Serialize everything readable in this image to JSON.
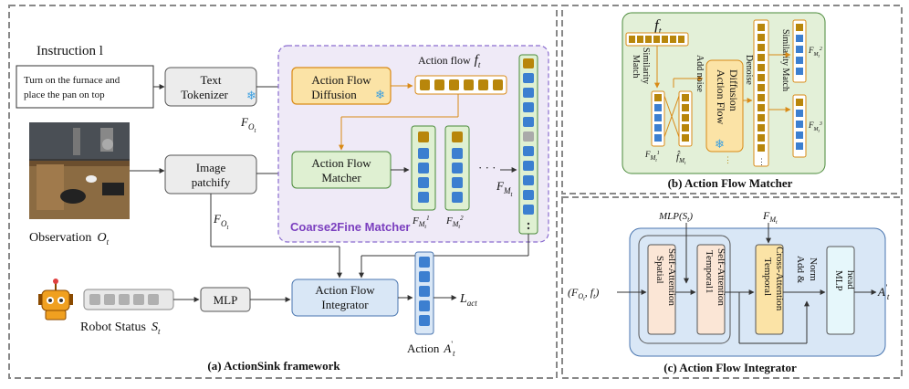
{
  "panels": {
    "a_caption": "(a) ActionSink framework",
    "b_caption": "(b) Action Flow Matcher",
    "c_caption": "(c) Action Flow Integrator"
  },
  "framework": {
    "instruction_label": "Instruction l",
    "instruction_text_1": "Turn on the furnace and",
    "instruction_text_2": "place the pan on top",
    "text_tokenizer_1": "Text",
    "text_tokenizer_2": "Tokenizer",
    "f_o_label_1": "F",
    "f_o_sub_1": "O",
    "f_o_subsub_1": "t",
    "image_patchify_1": "Image",
    "image_patchify_2": "patchify",
    "f_o_label_2": "F",
    "f_o_sub_2": "O",
    "f_o_subsub_2": "t",
    "observation_label": "Observation",
    "observation_symbol": "O",
    "observation_sub": "t",
    "afd_1": "Action Flow",
    "afd_2": "Diffusion",
    "action_flow_label": "Action flow",
    "action_flow_symbol": "f",
    "action_flow_sub": "t",
    "afm_1": "Action Flow",
    "afm_2": "Matcher",
    "coarse2fine": "Coarse2Fine Matcher",
    "f_m_label": "F",
    "f_m_sub": "M",
    "f_m_subsub": "t",
    "fm1_label": "F",
    "fm1_sub": "M",
    "fm1_subsub": "t",
    "fm1_sup": "1",
    "fm2_label": "F",
    "fm2_sub": "M",
    "fm2_subsub": "t",
    "fm2_sup": "2",
    "robot_status_label": "Robot Status",
    "robot_status_symbol": "S",
    "robot_status_sub": "t",
    "mlp": "MLP",
    "afi_1": "Action Flow",
    "afi_2": "Integrator",
    "l_act": "L",
    "l_act_sub": "act",
    "action_label": "Action",
    "action_symbol": "A",
    "action_sup": "'",
    "action_sub": "t",
    "ellipsis": "· · ·"
  },
  "matcher": {
    "f_t": "f",
    "f_t_sub": "t",
    "similarity_match_1": "Similarity",
    "similarity_match_2": "Match",
    "add_noise": "Add noise",
    "denoise": "Denoise",
    "afd_1": "Action Flow",
    "afd_2": "Diffusion",
    "similarity_match_right": "Similarity Match",
    "fm1": "F",
    "fm1_sub": "M",
    "fm1_subsub": "t",
    "fm1_sup": "1",
    "fhat": "f̂",
    "fhat_sub": "M",
    "fhat_subsub": "t",
    "fm2": "F",
    "fm2_sub": "M",
    "fm2_subsub": "t",
    "fm2_sup": "2",
    "fm3": "F",
    "fm3_sub": "M",
    "fm3_subsub": "t",
    "fm3_sup": "3"
  },
  "integrator": {
    "mlp_st": "MLP(S",
    "mlp_st_sub": "t",
    "mlp_st_close": ")",
    "f_mt": "F",
    "f_mt_sub": "M",
    "f_mt_subsub": "t",
    "input": "(F",
    "input_sub": "O",
    "input_subsub": "t",
    "input_mid": ", f",
    "input_sub2": "t",
    "input_close": ")",
    "spatial_1": "Spatial",
    "spatial_2": "Self-Attention",
    "temporal_1": "Temporal1",
    "temporal_2": "Self-Attention",
    "temporal_cross_1": "Temporal",
    "temporal_cross_2": "Cross-Attention",
    "add_norm_1": "Add &",
    "add_norm_2": "Norm",
    "mlp_head_1": "MLP",
    "mlp_head_2": "head",
    "output": "A",
    "output_sup": "'",
    "output_sub": "t"
  },
  "colors": {
    "token_gold": "#b8860b",
    "token_blue": "#3c7fd0",
    "orange_stroke": "#d98a16",
    "green_fill": "#e3f0d8",
    "blue_fill": "#d9e7f6",
    "purple_fill": "#efeaf7"
  }
}
